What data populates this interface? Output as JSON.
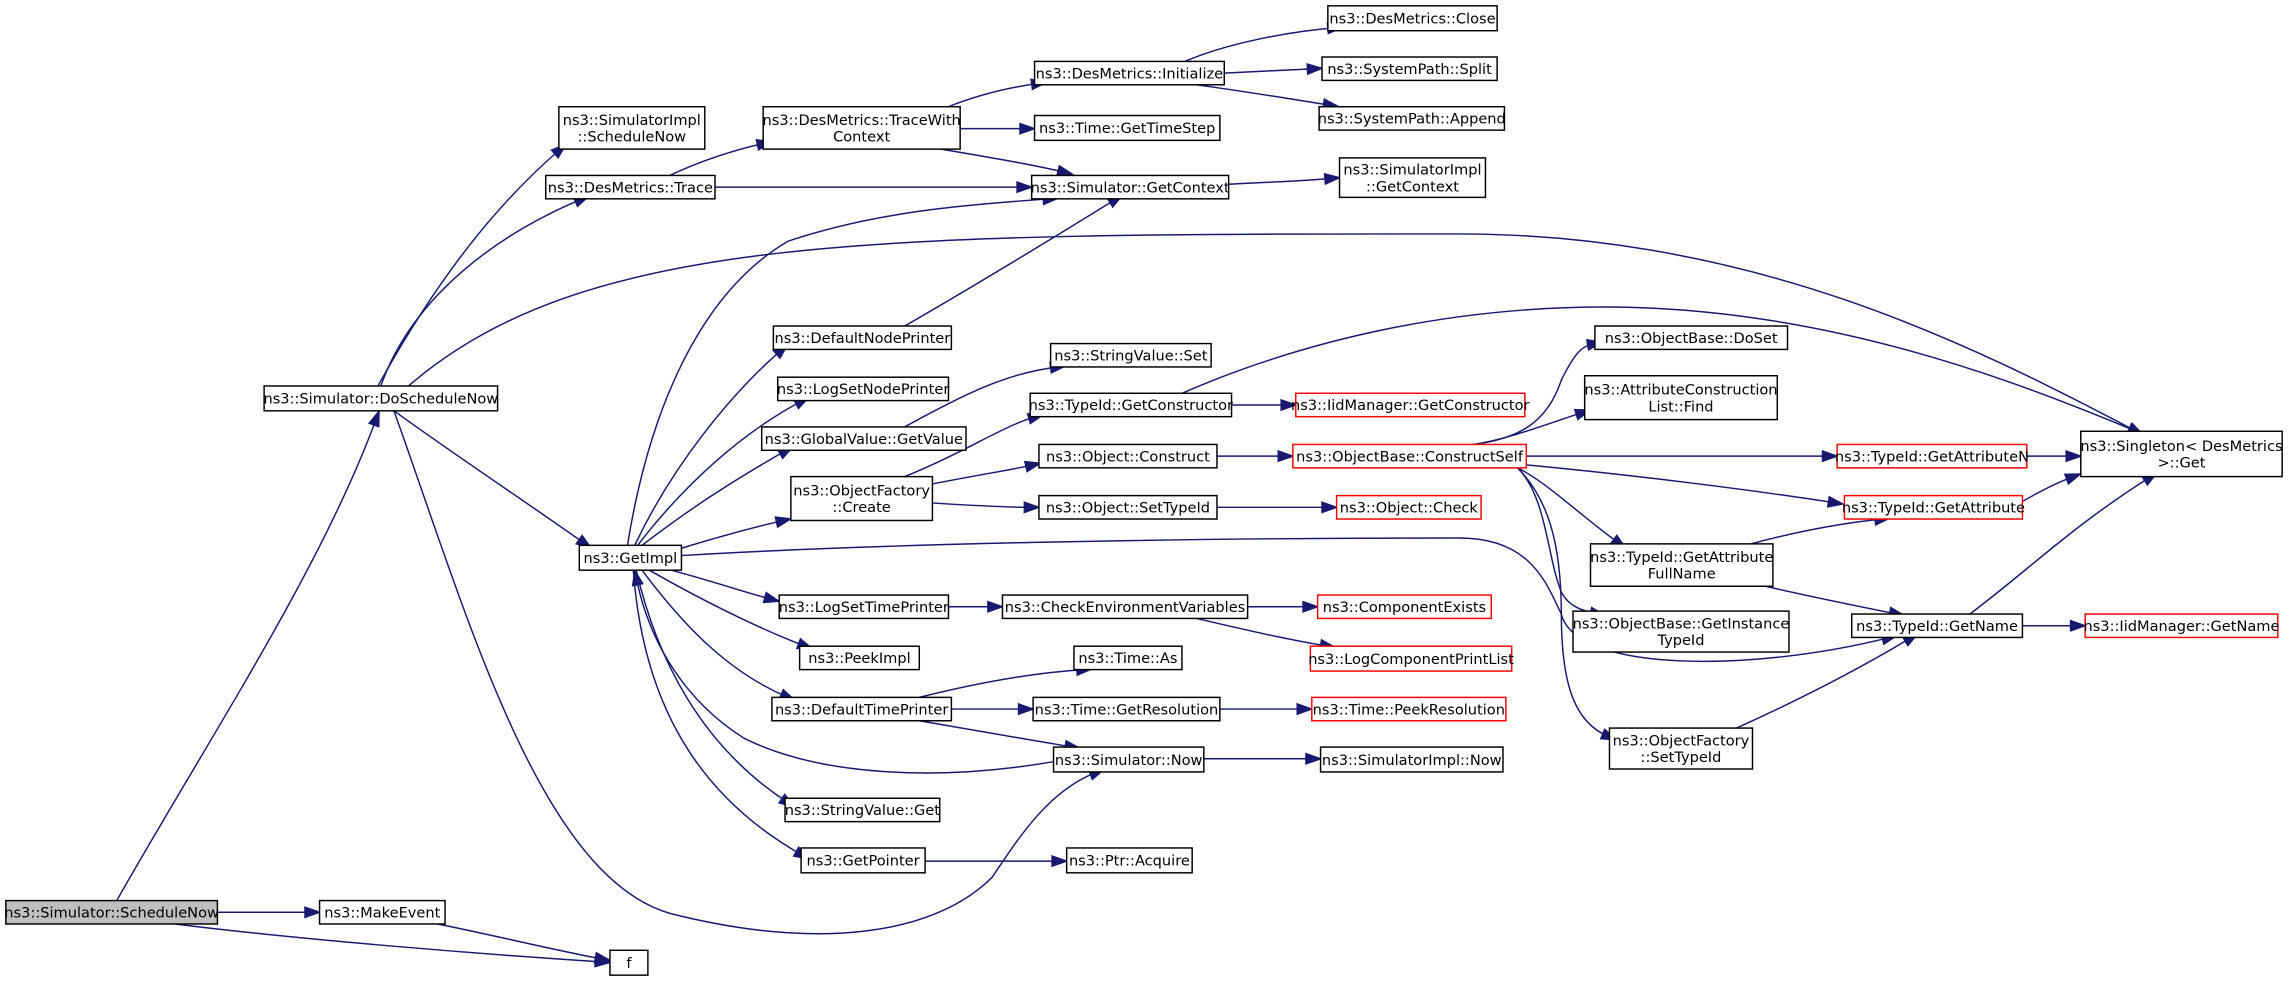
{
  "colors": {
    "edge": "#191970",
    "node_border": "#000000",
    "node_border_truncated": "#ff0000",
    "root_fill": "#bfbfbf"
  },
  "nodes": {
    "schedulenow": {
      "lines": [
        "ns3::Simulator::ScheduleNow"
      ],
      "kind": "root"
    },
    "makeevent": {
      "lines": [
        "ns3::MakeEvent"
      ]
    },
    "f": {
      "lines": [
        "f"
      ]
    },
    "doschedulenow": {
      "lines": [
        "ns3::Simulator::DoScheduleNow"
      ]
    },
    "simimpl_schedulenow": {
      "lines": [
        "ns3::SimulatorImpl",
        "::ScheduleNow"
      ]
    },
    "desmetrics_trace": {
      "lines": [
        "ns3::DesMetrics::Trace"
      ]
    },
    "getimpl": {
      "lines": [
        "ns3::GetImpl"
      ]
    },
    "tracewithcontext": {
      "lines": [
        "ns3::DesMetrics::TraceWith",
        "Context"
      ]
    },
    "desmetrics_initialize": {
      "lines": [
        "ns3::DesMetrics::Initialize"
      ]
    },
    "time_gettimestep": {
      "lines": [
        "ns3::Time::GetTimeStep"
      ]
    },
    "simulator_getcontext": {
      "lines": [
        "ns3::Simulator::GetContext"
      ]
    },
    "desmetrics_close": {
      "lines": [
        "ns3::DesMetrics::Close"
      ]
    },
    "systempath_split": {
      "lines": [
        "ns3::SystemPath::Split"
      ]
    },
    "systempath_append": {
      "lines": [
        "ns3::SystemPath::Append"
      ]
    },
    "simimpl_getcontext": {
      "lines": [
        "ns3::SimulatorImpl",
        "::GetContext"
      ]
    },
    "defaultnodeprinter": {
      "lines": [
        "ns3::DefaultNodePrinter"
      ]
    },
    "logsetnodeprinter": {
      "lines": [
        "ns3::LogSetNodePrinter"
      ]
    },
    "globalvalue_getvalue": {
      "lines": [
        "ns3::GlobalValue::GetValue"
      ]
    },
    "objectfactory_create": {
      "lines": [
        "ns3::ObjectFactory",
        "::Create"
      ]
    },
    "logsettimeprinter": {
      "lines": [
        "ns3::LogSetTimePrinter"
      ]
    },
    "peekimpl": {
      "lines": [
        "ns3::PeekImpl"
      ]
    },
    "defaulttimeprinter": {
      "lines": [
        "ns3::DefaultTimePrinter"
      ]
    },
    "stringvalue_get": {
      "lines": [
        "ns3::StringValue::Get"
      ]
    },
    "getpointer": {
      "lines": [
        "ns3::GetPointer"
      ]
    },
    "stringvalue_set": {
      "lines": [
        "ns3::StringValue::Set"
      ]
    },
    "typeid_getconstructor": {
      "lines": [
        "ns3::TypeId::GetConstructor"
      ]
    },
    "object_construct": {
      "lines": [
        "ns3::Object::Construct"
      ]
    },
    "object_settypeid": {
      "lines": [
        "ns3::Object::SetTypeId"
      ]
    },
    "checkenvvars": {
      "lines": [
        "ns3::CheckEnvironmentVariables"
      ]
    },
    "time_as": {
      "lines": [
        "ns3::Time::As"
      ]
    },
    "time_getresolution": {
      "lines": [
        "ns3::Time::GetResolution"
      ]
    },
    "simulator_now": {
      "lines": [
        "ns3::Simulator::Now"
      ]
    },
    "ptr_acquire": {
      "lines": [
        "ns3::Ptr::Acquire"
      ]
    },
    "iidmanager_getconstructor": {
      "lines": [
        "ns3::IidManager::GetConstructor"
      ],
      "kind": "red"
    },
    "objectbase_constructself": {
      "lines": [
        "ns3::ObjectBase::ConstructSelf"
      ],
      "kind": "red"
    },
    "object_check": {
      "lines": [
        "ns3::Object::Check"
      ],
      "kind": "red"
    },
    "componentexists": {
      "lines": [
        "ns3::ComponentExists"
      ],
      "kind": "red"
    },
    "logcomponentprintlist": {
      "lines": [
        "ns3::LogComponentPrintList"
      ],
      "kind": "red"
    },
    "time_peekresolution": {
      "lines": [
        "ns3::Time::PeekResolution"
      ],
      "kind": "red"
    },
    "simimpl_now": {
      "lines": [
        "ns3::SimulatorImpl::Now"
      ]
    },
    "objectbase_doset": {
      "lines": [
        "ns3::ObjectBase::DoSet"
      ]
    },
    "attrconstructionlist_find": {
      "lines": [
        "ns3::AttributeConstruction",
        "List::Find"
      ]
    },
    "typeid_getattributefullname": {
      "lines": [
        "ns3::TypeId::GetAttribute",
        "FullName"
      ]
    },
    "objectbase_getinstancetypeid": {
      "lines": [
        "ns3::ObjectBase::GetInstance",
        "TypeId"
      ]
    },
    "objectfactory_settypeid": {
      "lines": [
        "ns3::ObjectFactory",
        "::SetTypeId"
      ]
    },
    "typeid_getattributen": {
      "lines": [
        "ns3::TypeId::GetAttributeN"
      ],
      "kind": "red"
    },
    "typeid_getattribute": {
      "lines": [
        "ns3::TypeId::GetAttribute"
      ],
      "kind": "red"
    },
    "typeid_getname": {
      "lines": [
        "ns3::TypeId::GetName"
      ]
    },
    "singleton_get": {
      "lines": [
        "ns3::Singleton< DesMetrics",
        " >::Get"
      ]
    },
    "iidmanager_getname": {
      "lines": [
        "ns3::IidManager::GetName"
      ],
      "kind": "red"
    }
  }
}
